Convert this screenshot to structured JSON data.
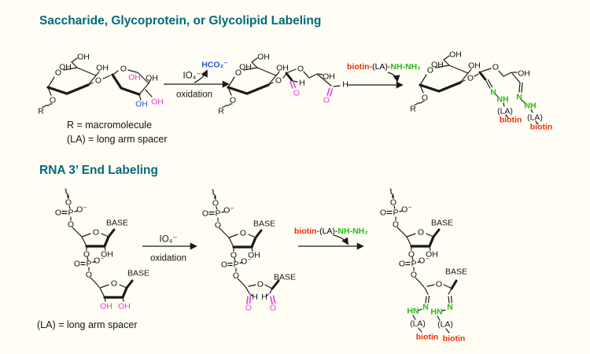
{
  "titles": {
    "section1": "Saccharide, Glycoprotein, or Glycolipid Labeling",
    "section2": "RNA 3’ End Labeling"
  },
  "legends": {
    "r_definition": "R = macromolecule",
    "la_definition": "(LA) = long arm spacer",
    "la_definition_2": "(LA) = long arm spacer"
  },
  "reactions": {
    "oxidation_reagent": "IO₄⁻",
    "oxidation_label": "oxidation",
    "byproduct": "HCO₂⁻",
    "labeling_reagent": {
      "biotin": "biotin",
      "linker": "-(LA)-",
      "hydrazide": "NH-NH₂"
    }
  },
  "atoms": {
    "oh": "OH",
    "o": "O",
    "o_minus": "O⁻",
    "p": "P",
    "h": "H",
    "r": "R",
    "n": "N",
    "nh": "NH",
    "hn": "HN",
    "base": "BASE",
    "la": "(LA)",
    "biotin": "biotin"
  },
  "colors": {
    "background": "#fffdf4",
    "heading_teal": "#006b7c",
    "diol_magenta": "#ee3cd8",
    "byproduct_blue": "#2b55d8",
    "hydrazide_green": "#22bd11",
    "biotin_red": "#ef2c0c",
    "structure_black": "#1a1a1a"
  }
}
